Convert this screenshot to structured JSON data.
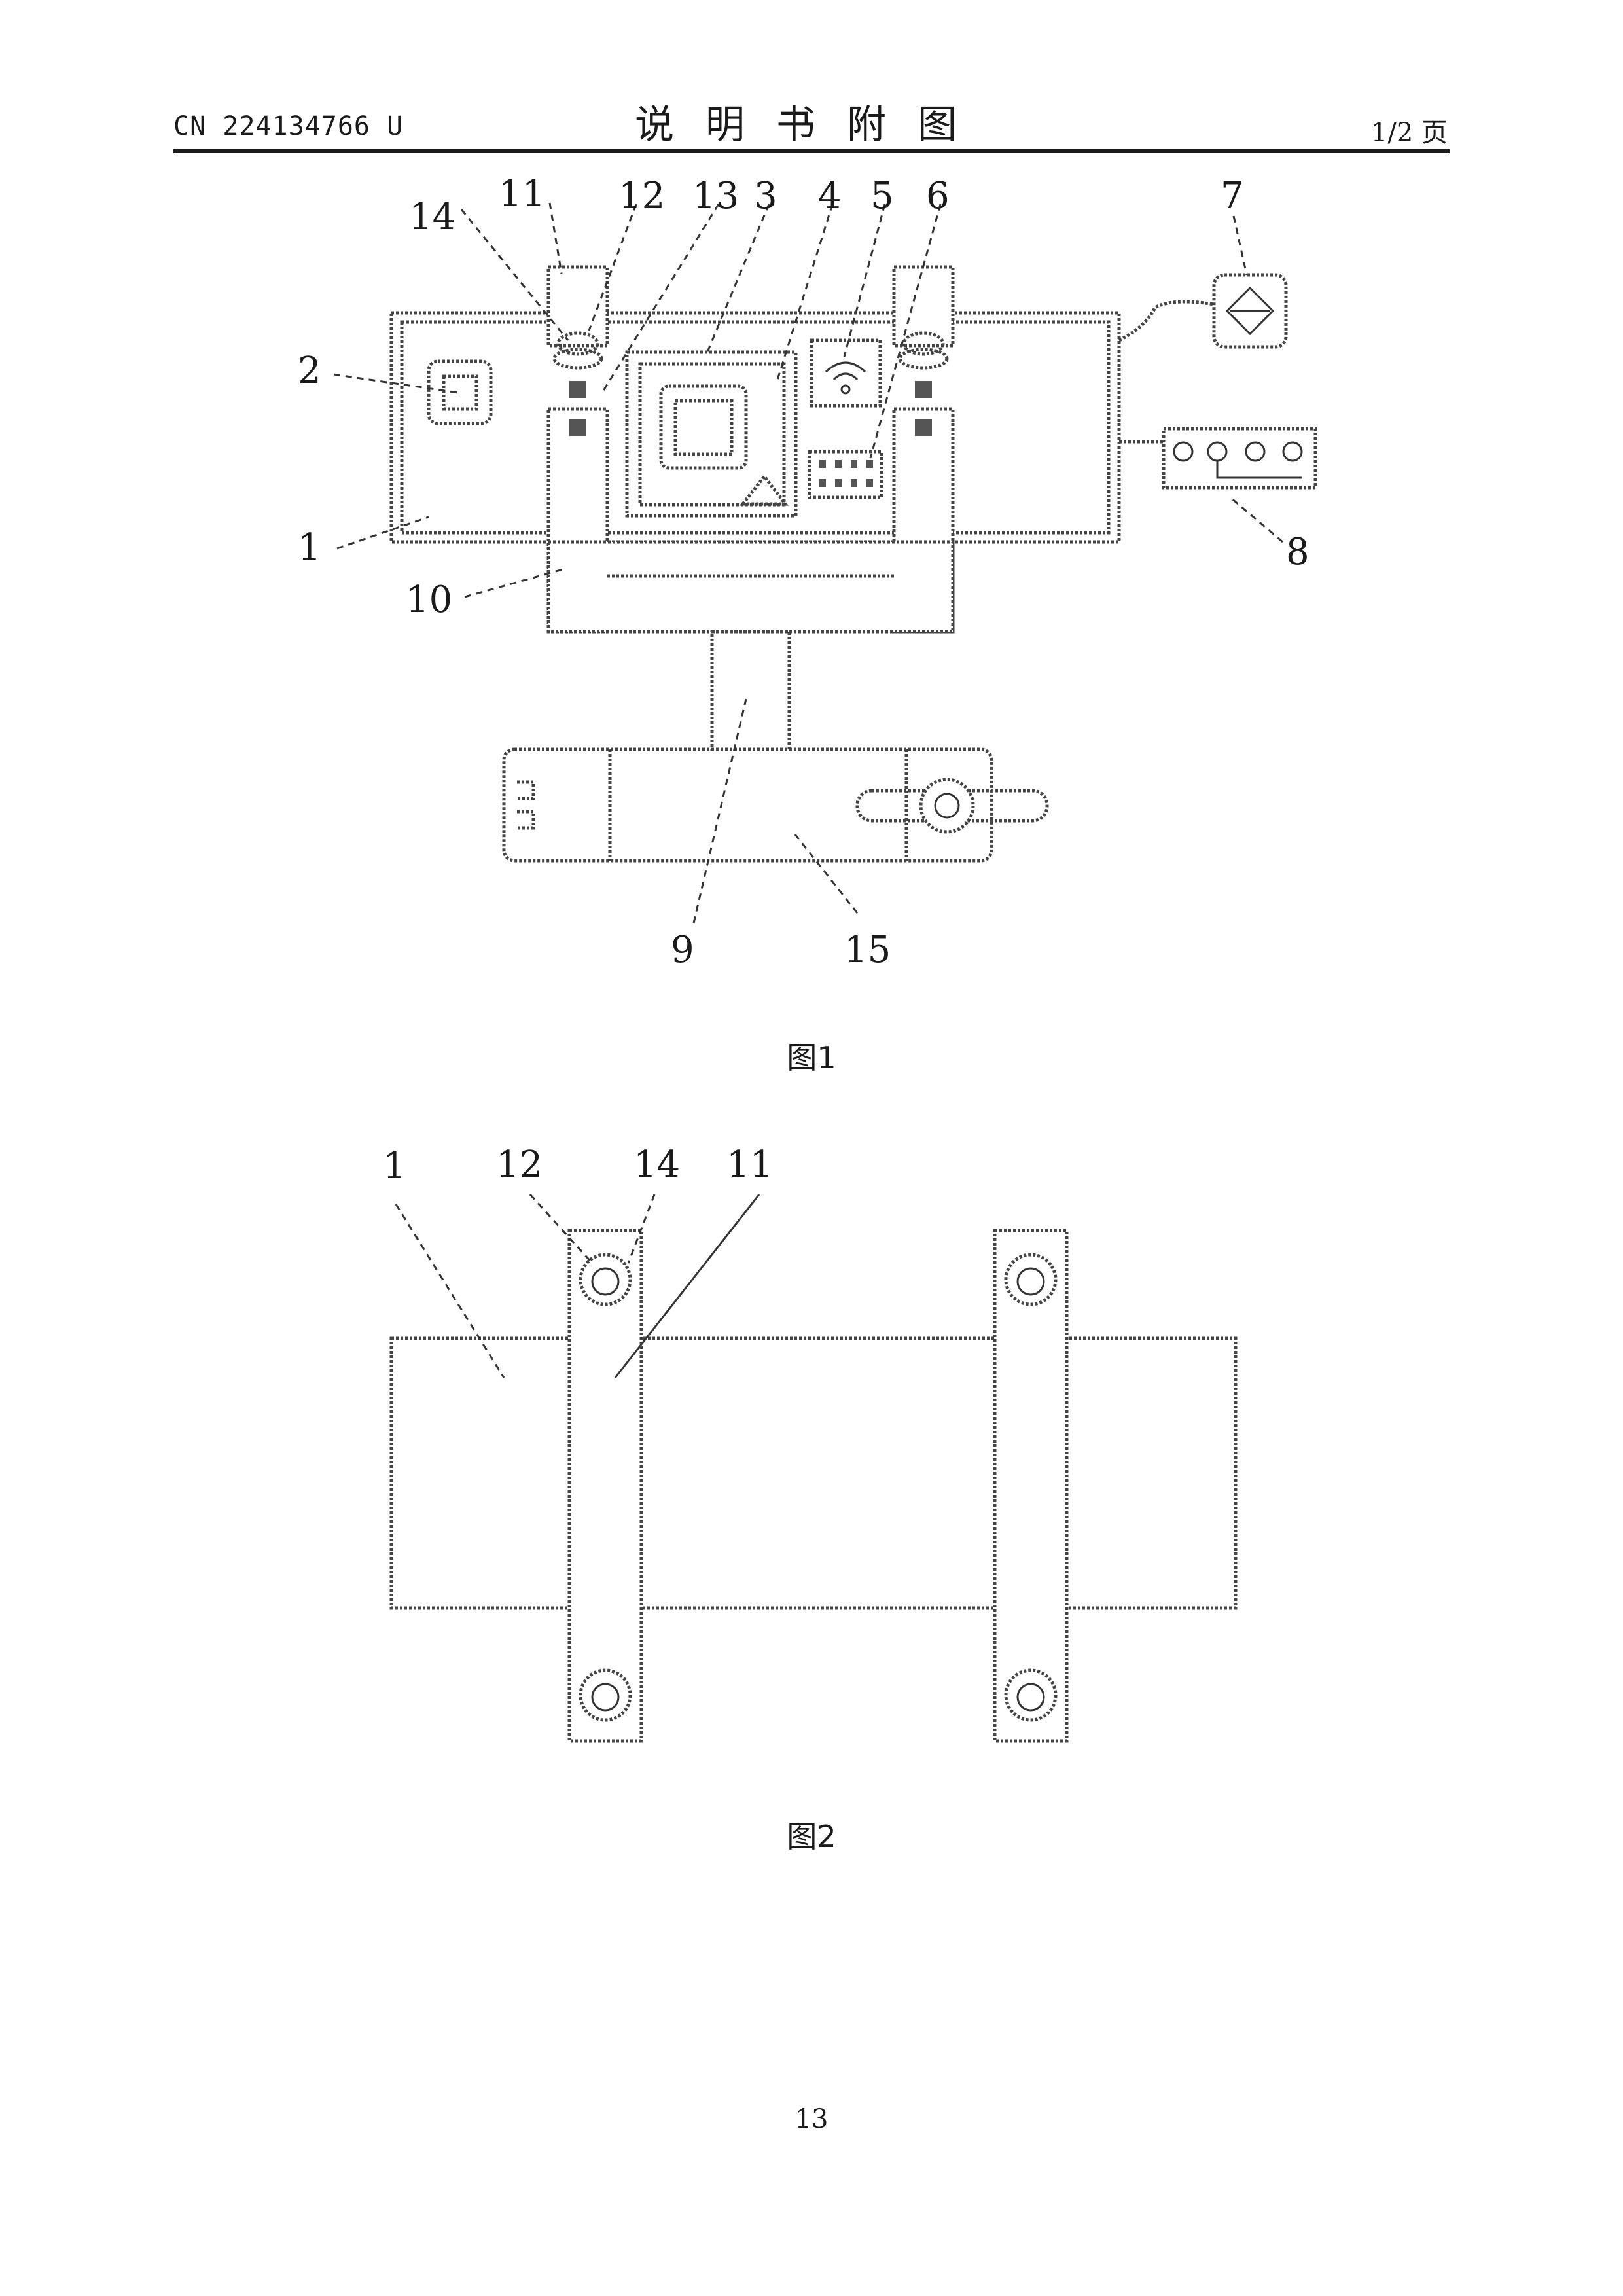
{
  "header": {
    "doc_number": "CN 224134766 U",
    "title": "说明书附图",
    "page_marker": "1/2 页"
  },
  "figures": [
    {
      "caption": "图1",
      "labels": [
        "1",
        "2",
        "3",
        "4",
        "5",
        "6",
        "7",
        "8",
        "9",
        "10",
        "11",
        "12",
        "13",
        "14",
        "15"
      ]
    },
    {
      "caption": "图2",
      "labels": [
        "1",
        "12",
        "14",
        "11"
      ]
    }
  ],
  "footer": {
    "page_number": "13"
  }
}
